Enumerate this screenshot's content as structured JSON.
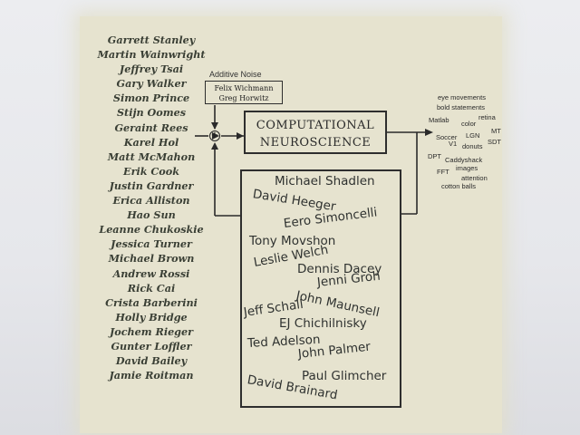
{
  "left_names": [
    "Garrett Stanley",
    "Martin Wainwright",
    "Jeffrey Tsai",
    "Gary Walker",
    "Simon Prince",
    "Stijn Oomes",
    "Geraint Rees",
    "Karel Hol",
    "Matt McMahon",
    "Erik Cook",
    "Justin Gardner",
    "Erica Alliston",
    "Hao Sun",
    "Leanne Chukoskie",
    "Jessica Turner",
    "Michael Brown",
    "Andrew Rossi",
    "Rick Cai",
    "Crista Barberini",
    "Holly Bridge",
    "Jochem Rieger",
    "Gunter Loffler",
    "David Bailey",
    "Jamie Roitman"
  ],
  "noise": {
    "label": "Additive Noise",
    "line1": "Felix Wichmann",
    "line2": "Greg Horwitz"
  },
  "sum_symbol": "+",
  "center_box": {
    "line1": "COMPUTATIONAL",
    "line2": "NEUROSCIENCE"
  },
  "outputs": [
    "eye movements",
    "bold statements",
    "Matlab",
    "color",
    "retina",
    "MT",
    "Soccer",
    "LGN",
    "V1",
    "donuts",
    "SDT",
    "DPT",
    "Caddyshack",
    "FFT",
    "images",
    "attention",
    "cotton balls"
  ],
  "people": [
    "Michael Shadlen",
    "David Heeger",
    "Eero Simoncelli",
    "Tony Movshon",
    "Leslie Welch",
    "Dennis Dacey",
    "Jenni Groh",
    "John Maunsell",
    "Jeff Schall",
    "EJ Chichilnisky",
    "Ted Adelson",
    "John Palmer",
    "Paul Glimcher",
    "David Brainard"
  ]
}
